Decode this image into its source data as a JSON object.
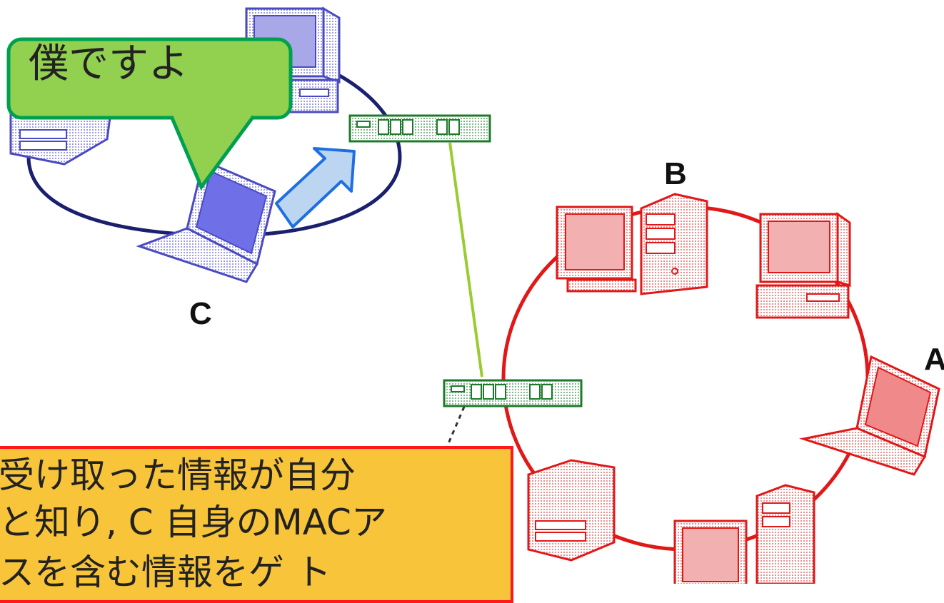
{
  "diagram": {
    "speech_bubble": {
      "text": "僕ですよ"
    },
    "labels": {
      "a": "A",
      "b": "B",
      "c": "C"
    },
    "note": {
      "lines": [
        "受け取った情報が自分",
        "と知り, C 自身のMACア",
        "スを含む情報をゲ ト"
      ]
    },
    "colors": {
      "upper_network": "#1a1f6e",
      "lower_network": "#e01818",
      "uplink": "#99cc33",
      "switch": "#1e7a2a",
      "bubble_fill": "#92d050",
      "bubble_border": "#00a050",
      "arrow_fill": "#bcd6f2",
      "arrow_border": "#1f6fe0",
      "note_fill": "#f8c53a",
      "note_border": "#ff1a1a"
    }
  }
}
